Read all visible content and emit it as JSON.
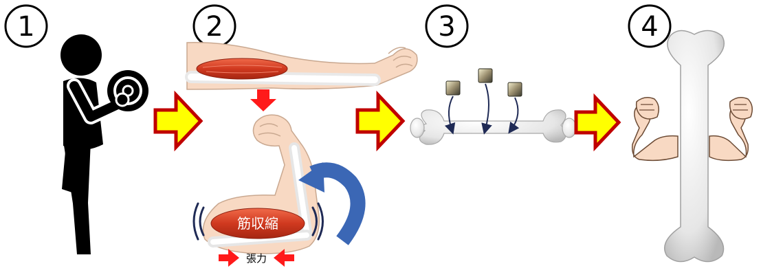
{
  "steps": [
    {
      "number": "1",
      "icon": "weightlifter-icon"
    },
    {
      "number": "2",
      "icon": "arm-flex-icon"
    },
    {
      "number": "3",
      "icon": "bone-mineral-icon"
    },
    {
      "number": "4",
      "icon": "strong-bone-icon"
    }
  ],
  "labels": {
    "contraction": "筋収縮",
    "tension": "張力"
  },
  "colors": {
    "arrow_fill": "#ffff00",
    "arrow_border": "#c00000",
    "muscle": "#d9462a",
    "skin": "#f8d9c3",
    "curve_arrow": "#3b67b5",
    "motion_lines": "#1f2a55",
    "bone": "#eeeeee"
  }
}
